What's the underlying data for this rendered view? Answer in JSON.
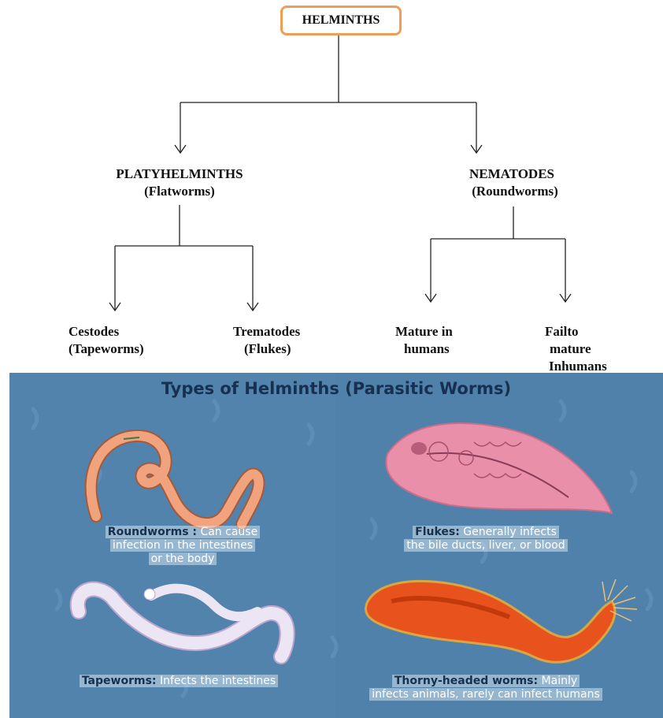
{
  "tree": {
    "root": "HELMINTHS",
    "platy": {
      "name": "PLATYHELMINTHS",
      "common": "(Flatworms)"
    },
    "nema": {
      "name": "NEMATODES",
      "common": "(Roundworms)"
    },
    "cestodes": {
      "name": "Cestodes",
      "common": "(Tapeworms)"
    },
    "trematodes": {
      "name": "Trematodes",
      "common": "(Flukes)"
    },
    "mature": {
      "line1": "Mature in",
      "line2": "humans"
    },
    "fail": {
      "line1": "Failto",
      "line2": "mature",
      "line3": "Inhumans"
    }
  },
  "illustration": {
    "title": "Types of Helminths (Parasitic Worms)",
    "roundworms": {
      "name": "Roundworms :",
      "desc_line1": "Can cause",
      "desc_line2": "infection in the intestines",
      "desc_line3": "or the body"
    },
    "flukes": {
      "name": "Flukes:",
      "desc_line1": "Generally infects",
      "desc_line2": "the bile ducts, liver, or blood"
    },
    "tapeworms": {
      "name": "Tapeworms:",
      "desc": "Infects the intestines"
    },
    "thorny": {
      "name": "Thorny-headed worms:",
      "desc_line1": "Mainly",
      "desc_line2": "infects animals, rarely can infect humans"
    }
  },
  "colors": {
    "root_border": "#ef9d57",
    "panel_bg": "#4f81ab",
    "title": "#17304f"
  }
}
